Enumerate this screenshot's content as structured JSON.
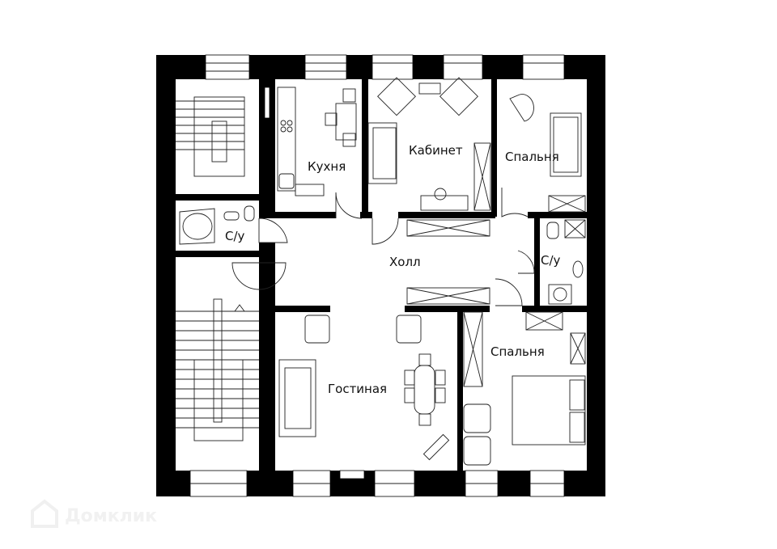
{
  "rooms": {
    "kitchen": "Кухня",
    "study": "Кабинет",
    "bedroom_top": "Спальня",
    "bathroom_left": "С/у",
    "hall": "Холл",
    "bathroom_right": "С/у",
    "living_room": "Гостиная",
    "bedroom_bottom": "Спальня"
  },
  "watermark": {
    "text": "Домклик",
    "icon": "house-logo-icon"
  },
  "colors": {
    "wall": "#000000",
    "background": "#ffffff"
  }
}
